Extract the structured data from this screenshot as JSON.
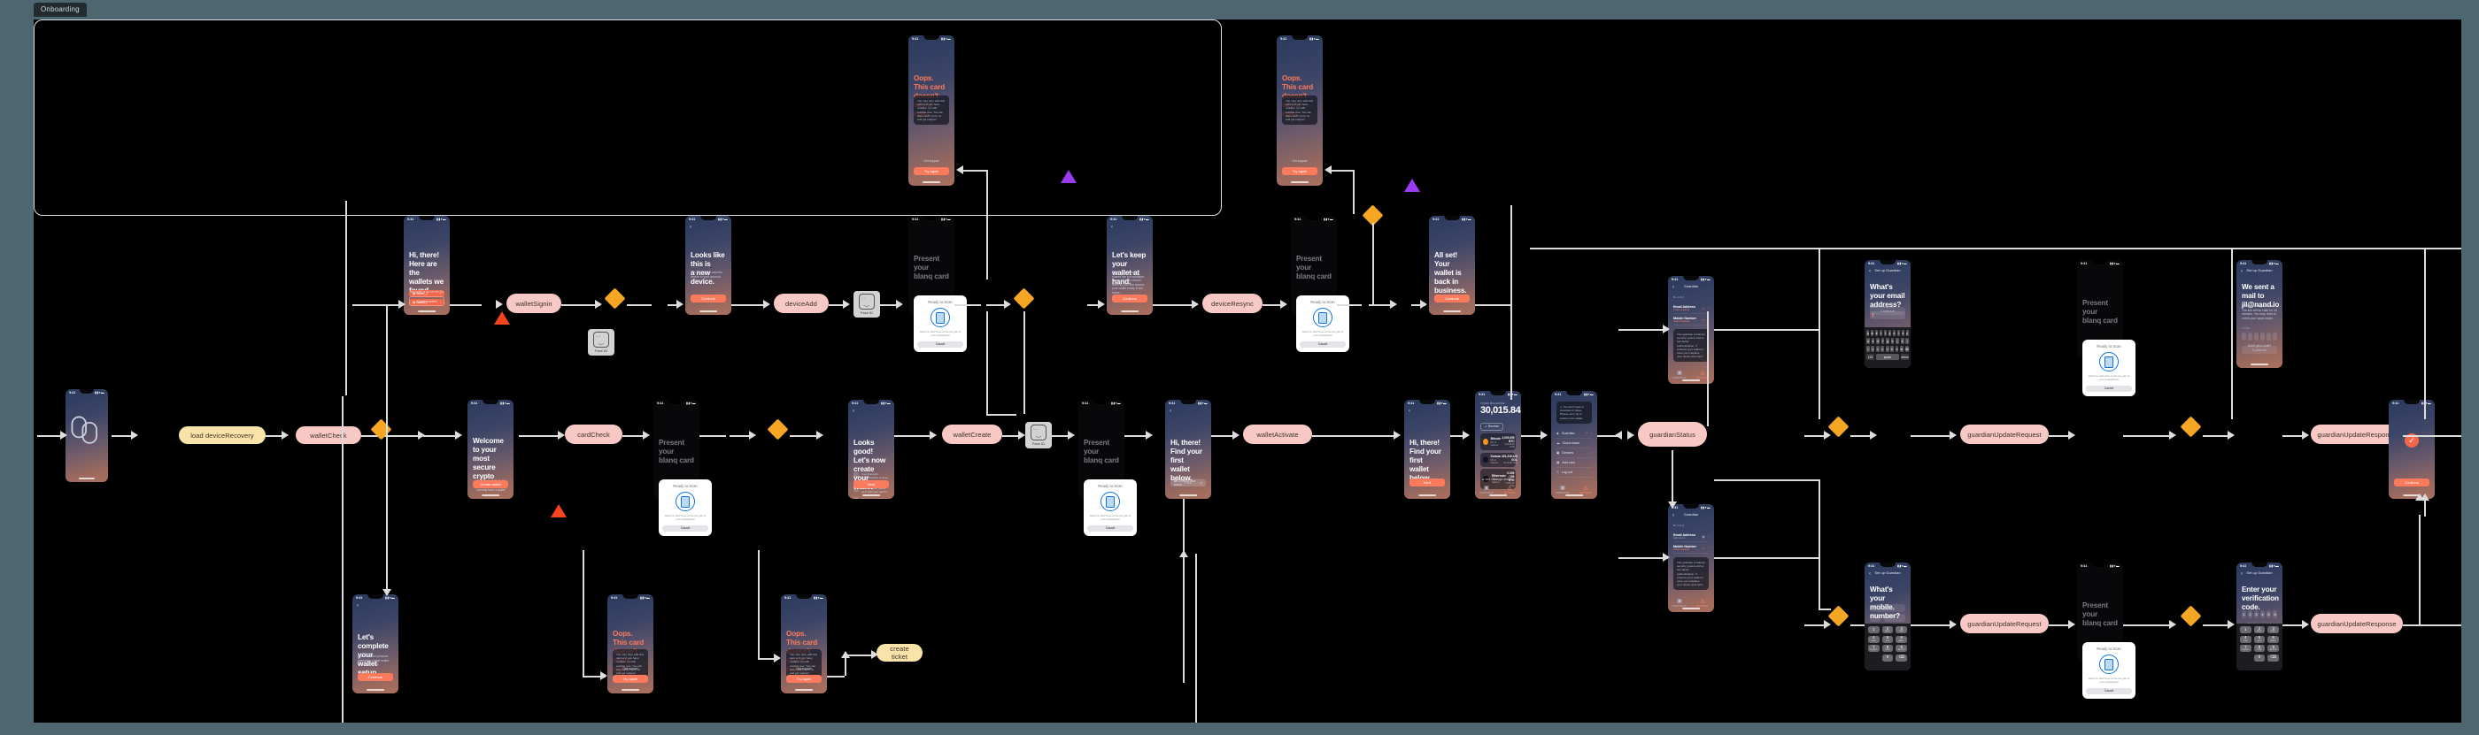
{
  "window": {
    "tab_label": "Onboarding"
  },
  "colors": {
    "canvas": "#000000",
    "chrome": "#4e6670",
    "pill_pink": "#f8c9c4",
    "pill_yellow": "#fae3a8",
    "diamond": "#f5a623",
    "triangle_red": "#f4451f",
    "triangle_purple": "#9b3bf0",
    "cta": "#fa7a5e",
    "error_text": "#ff7a5c",
    "connector": "#dddddd"
  },
  "status_bar": {
    "time": "9:41",
    "indicators": "▮▮ ▾ ▬"
  },
  "labels": {
    "load_device_recovery": "load deviceRecovery",
    "wallet_check": "walletCheck",
    "card_check": "cardCheck",
    "wallet_signin": "walletSignin",
    "device_add": "deviceAdd",
    "device_resync": "deviceResync",
    "wallet_create": "walletCreate",
    "wallet_activate": "walletActivate",
    "guardian_status": "guardianStatus",
    "guardian_update_request": "guardianUpdateRequest",
    "guardian_update_response": "guardianUpdateResponse",
    "create_ticket": "create ticket",
    "face_id": "Face ID"
  },
  "nfc": {
    "heading": "Ready to Scan",
    "body": "Hold the card close to the top part of your smartphone",
    "cancel": "Cancel"
  },
  "screens": {
    "splash": {
      "name": "blanq-splash"
    },
    "wallets_found": {
      "title": "Hi, there!\nHere are the\nwallets we found.",
      "rows": [
        "Wallet_1",
        "Wallet_2"
      ],
      "link": "My wallet is not on the list",
      "cta": "Create wallet"
    },
    "new_device": {
      "title": "Looks like this is\na new device.",
      "sub": "Let us help you add this device to your account.",
      "cta": "Continue"
    },
    "present_card": {
      "title": "Present your\nblanq card"
    },
    "keep_wallet": {
      "title": "Let's keep your\nwallet at hand.",
      "sub": "Some of your wallet shares are not available. Blanq will now rebuild them so you can access your wallet easily in the future.",
      "cta": "Continue"
    },
    "all_set": {
      "title": "All set! Your\nwallet is back in\nbusiness.",
      "cta": "Continue"
    },
    "card_error": {
      "title": "Oops. This card\ndoesn't seem right.",
      "body": "You may retry with this card or if you have multiple, try with another one. You can also reach out to us and get support.",
      "link": "Get support",
      "cta": "Try again"
    },
    "welcome": {
      "title": "Welcome to your\nmost secure\ncrypto wallet",
      "link": "I already have a wallet",
      "cta": "Create wallet"
    },
    "looks_good": {
      "title": "Looks good!\nLet's now create\nyour wallet",
      "bullets": [
        "Use biometric authentication to keep your device safe",
        "Connect your blanq card with your device",
        "Create a cloud share to access your wallet in case of loosing your card at some future"
      ],
      "cta": "Next"
    },
    "first_wallet_pending": {
      "title": "Hi, there!\nFind your first\nwallet below.",
      "row": "Creating your wallet...",
      "cta": "Next"
    },
    "first_wallet_ready": {
      "title": "Hi, there!\nFind your first\nwallet below.",
      "row": "Wallet_1",
      "cta": "Next"
    },
    "complete_setup": {
      "title": "Let's complete\nyour wallet setup",
      "sub": "Looks like the previous attempt to create wallet was interrupted.",
      "cta": "Continue"
    },
    "portfolio": {
      "balance_label": "YOUR BALANCE",
      "balance": "30,015.84",
      "currency": "USD",
      "chip": "Receive",
      "assets": [
        {
          "name": "Bitcoin",
          "sub": "0% of balance",
          "value": "3,000.350 BTC",
          "sub_value": "20,015.00 USD",
          "color": "#f7931a"
        },
        {
          "name": "Solana",
          "sub": "0% of balance",
          "value": "301,216.120 SOL",
          "sub_value": "42.15.00 USD",
          "color": "#12122b"
        },
        {
          "name": "Ethereum",
          "sub": "0% of balance",
          "value": "0.000 - 190 ETH",
          "sub_value": "3,650.42 USD",
          "color": "#0b0b10"
        }
      ],
      "add_assets": "Add / Manage assets",
      "tabs": [
        "PORTFOLIO",
        "SETTINGS"
      ]
    },
    "settings": {
      "alert": "You don't have a Guardian in place. Please set it up to protect your wallet.",
      "items": [
        "Guardian",
        "Cloud share",
        "Devices",
        "Add card",
        "Log out"
      ],
      "tabs": [
        "PORTFOLIO",
        "SETTINGS"
      ]
    },
    "guardian_none": {
      "nav": "Guardian",
      "section": "BLANQ",
      "rows": [
        {
          "name": "Email Address",
          "status": "Action required"
        },
        {
          "name": "Mobile Number",
          "status": "Action required"
        }
      ],
      "note": "The guardian is blanq's security system with a two-factor authentication. It protects your wallet in case you misplace your device and card.",
      "tabs": [
        "PORTFOLIO",
        "SETTINGS"
      ]
    },
    "guardian_partial": {
      "nav": "Guardian",
      "section": "BLANQ",
      "rows": [
        {
          "name": "Email Address",
          "status": "jil@nand.io"
        },
        {
          "name": "Mobile Number",
          "status": "Action required"
        }
      ],
      "note": "The guardian is blanq's security system with a two-factor authentication. It protects your wallet in case you misplace your device and card.",
      "tabs": [
        "PORTFOLIO",
        "SETTINGS"
      ]
    },
    "email_entry": {
      "nav": "Set up Guardian",
      "title": "What's your email\naddress?",
      "field_label": "EMAIL ADDRESS",
      "cta": "Continue"
    },
    "email_sent": {
      "nav": "Set up Guardian",
      "title": "We sent a mail to\njil@nand.io",
      "sub": "Please check your inbox. The link will be valid for 15 minutes. You may need to check your spam folder.",
      "field_label": "CODE",
      "code": [
        "",
        "",
        "",
        "",
        "",
        ""
      ],
      "link": "Didn't get a code?",
      "cta": "Continue"
    },
    "mobile_entry": {
      "nav": "Set up Guardian",
      "title": "What's your mobile\nnumber?",
      "field_label": "MOBILE NUMBER",
      "prefix": "+",
      "cta": "Continue"
    },
    "verify_code": {
      "nav": "Set up Guardian",
      "title": "Enter your\nverification code.",
      "field_label": "CODE",
      "code": [
        "1",
        "2",
        "3",
        "4",
        "5",
        "6"
      ],
      "link": "Didn't get a code?",
      "cta": "Continue",
      "pred": "From Messages",
      "pred_code": "123 456"
    },
    "success": {
      "name": "guardian-success",
      "cta": "Continue"
    }
  },
  "keyboard": {
    "row1": [
      "q",
      "w",
      "e",
      "r",
      "t",
      "y",
      "u",
      "i",
      "o",
      "p"
    ],
    "row2": [
      "a",
      "s",
      "d",
      "f",
      "g",
      "h",
      "j",
      "k",
      "l"
    ],
    "row3": [
      "⇧",
      "z",
      "x",
      "c",
      "v",
      "b",
      "n",
      "m",
      "⌫"
    ],
    "row4": [
      "123",
      "space",
      "return"
    ]
  },
  "numpad": [
    {
      "d": "1",
      "s": ""
    },
    {
      "d": "2",
      "s": "ABC"
    },
    {
      "d": "3",
      "s": "DEF"
    },
    {
      "d": "4",
      "s": "GHI"
    },
    {
      "d": "5",
      "s": "JKL"
    },
    {
      "d": "6",
      "s": "MNO"
    },
    {
      "d": "7",
      "s": "PQRS"
    },
    {
      "d": "8",
      "s": "TUV"
    },
    {
      "d": "9",
      "s": "WXYZ"
    },
    {
      "d": "",
      "s": ""
    },
    {
      "d": "0",
      "s": ""
    },
    {
      "d": "⌫",
      "s": ""
    }
  ]
}
